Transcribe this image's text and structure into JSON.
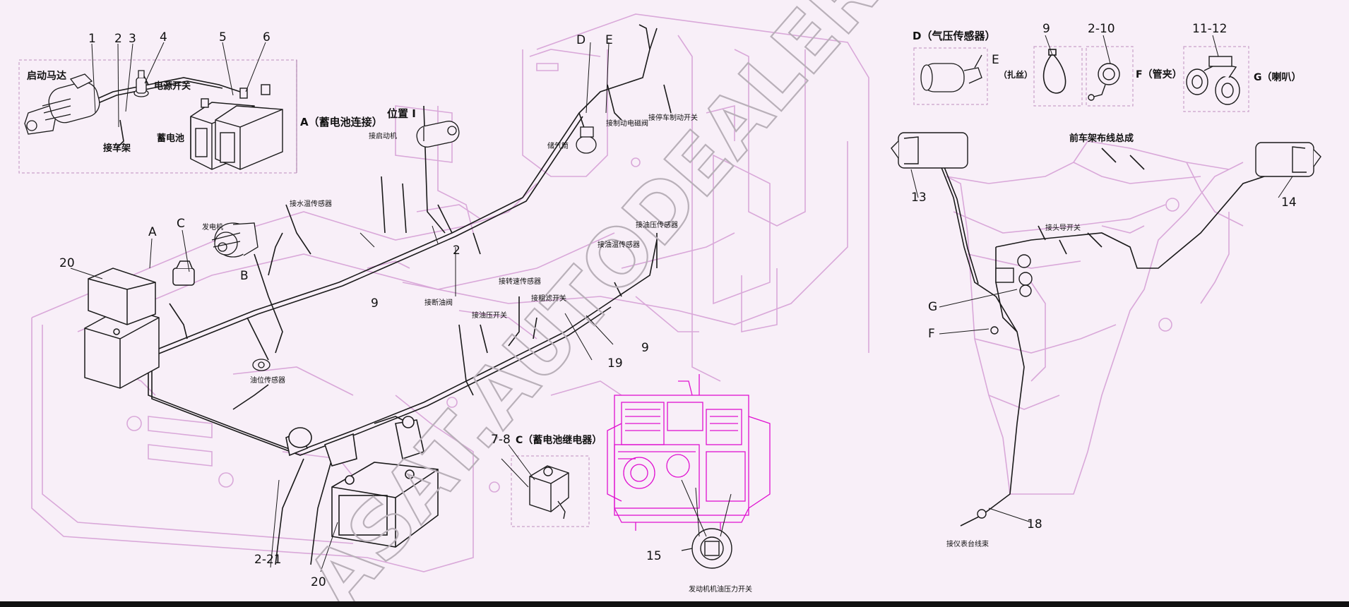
{
  "watermark": {
    "text": "ASAT.AUTODEALER.RU"
  },
  "colors": {
    "background": "#f8eff8",
    "frame_lines": "#d9b0d9",
    "engine_magenta": "#e010d0",
    "wiring": "#222222"
  },
  "inset_a": {
    "caption": "A（蓄电池连接）",
    "label_starter": "启动马达",
    "label_power_switch": "电源开关",
    "label_frame_ground": "接车架",
    "label_battery": "蓄电池",
    "callouts": [
      "1",
      "2",
      "3",
      "4",
      "5",
      "6"
    ]
  },
  "inset_d": {
    "caption": "D（气压传感器）"
  },
  "inset_e": {
    "caption_letter": "E",
    "caption_text": "（扎丝）",
    "callout": "9"
  },
  "inset_f": {
    "caption": "F（管夹）",
    "callout": "2-10"
  },
  "inset_g": {
    "caption": "G（喇叭）",
    "callout": "11-12"
  },
  "inset_c": {
    "caption": "C（蓄电池继电器）",
    "callout": "7-8"
  },
  "main": {
    "position_label": "位置 I",
    "letters": {
      "A": "A",
      "B": "B",
      "C": "C",
      "D": "D",
      "E": "E"
    },
    "labels": {
      "starter_conn": "接启动机",
      "brake_valve": "接制动电磁阀",
      "parking_switch": "接停车制动开关",
      "air_reservoir": "储气筒",
      "water_temp": "接水温传感器",
      "generator": "发电机",
      "fuel_sensor": "油位传感器",
      "oil_pressure": "接油压传感器",
      "oil_temp": "接油温传感器",
      "speed_sensor": "接转速传感器",
      "filter_switch": "接粗滤开关",
      "fuel_cutoff": "接断油阀",
      "oil_press_switch": "接油压开关"
    },
    "callouts": {
      "c20a": "20",
      "c9a": "9",
      "c2": "2",
      "c9b": "9",
      "c19": "19",
      "c2_21": "2-21",
      "c20b": "20"
    }
  },
  "engine": {
    "callout": "15",
    "label": "发动机机油压力开关"
  },
  "front_frame": {
    "title": "前车架布线总成",
    "callout_13": "13",
    "callout_14": "14",
    "callout_18": "18",
    "letter_G": "G",
    "letter_F": "F",
    "label_headlight": "接头导开关",
    "label_instrument": "接仪表台线束"
  }
}
